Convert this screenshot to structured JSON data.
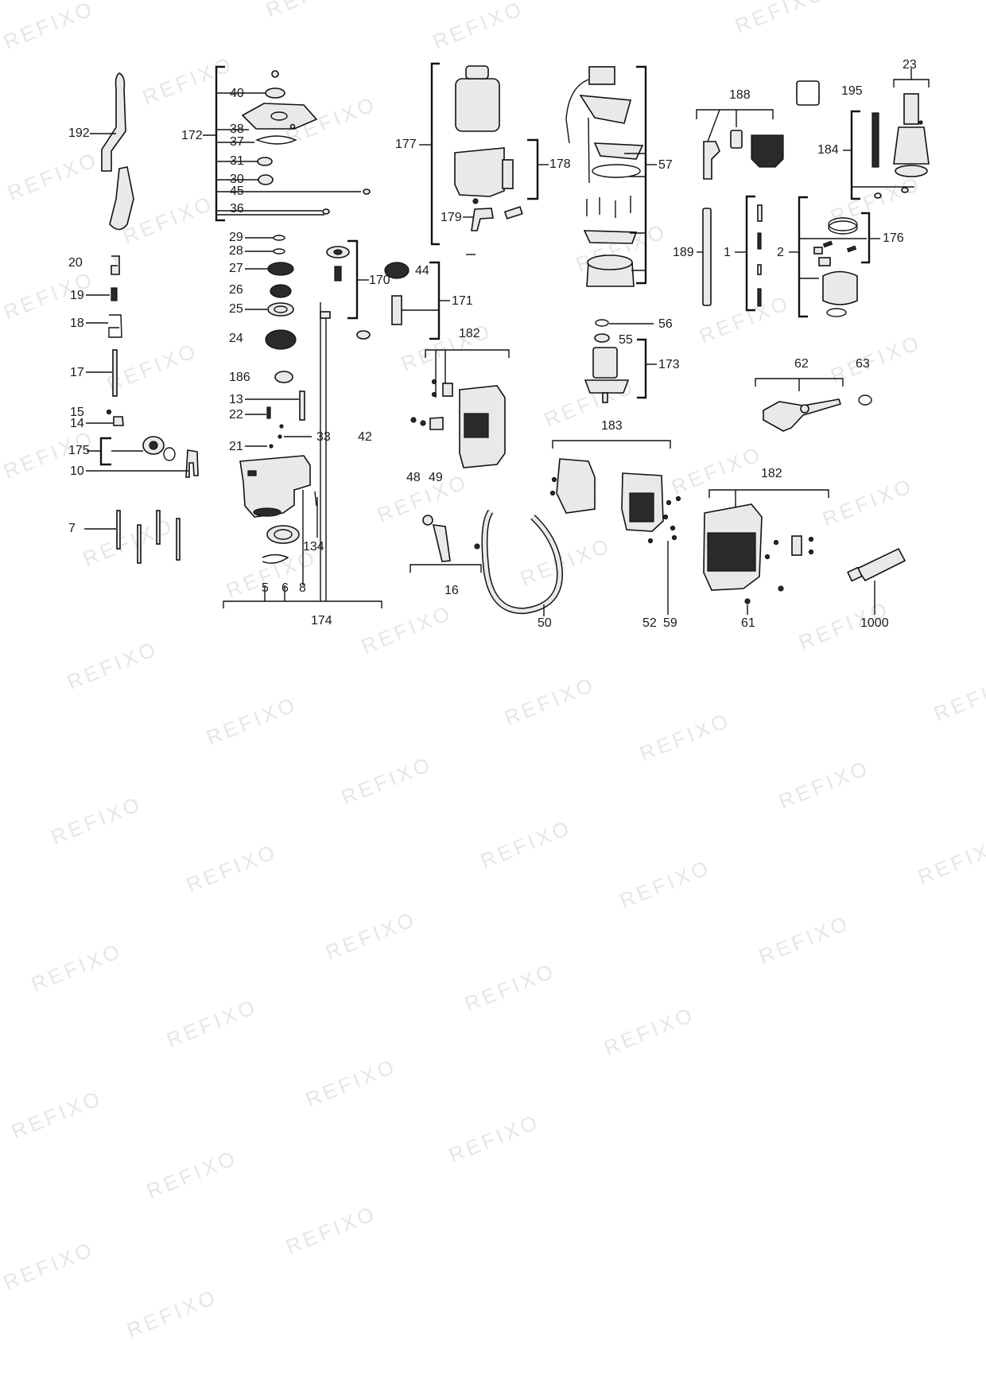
{
  "watermark": {
    "text": "REFIXO",
    "color": "#e6e6e6"
  },
  "part_numbers": {
    "n192": "192",
    "n20": "20",
    "n19": "19",
    "n18": "18",
    "n17": "17",
    "n15": "15",
    "n14": "14",
    "n175": "175",
    "n10": "10",
    "n7": "7",
    "n172": "172",
    "n40": "40",
    "n38": "38",
    "n37": "37",
    "n31": "31",
    "n30": "30",
    "n45": "45",
    "n36": "36",
    "n29": "29",
    "n28": "28",
    "n27": "27",
    "n26": "26",
    "n25": "25",
    "n24": "24",
    "n186": "186",
    "n13": "13",
    "n22": "22",
    "n21": "21",
    "n33": "33",
    "n42": "42",
    "n134": "134",
    "n5": "5",
    "n6": "6",
    "n8": "8",
    "n174": "174",
    "n170": "170",
    "n44": "44",
    "n171": "171",
    "n177": "177",
    "n178": "178",
    "n179": "179",
    "n182a": "182",
    "n48": "48",
    "n49": "49",
    "n16": "16",
    "n50": "50",
    "n57": "57",
    "n56": "56",
    "n55": "55",
    "n173": "173",
    "n183": "183",
    "n52": "52",
    "n59": "59",
    "n182b": "182",
    "n61": "61",
    "n188": "188",
    "n195": "195",
    "n23": "23",
    "n184": "184",
    "n189": "189",
    "n1": "1",
    "n2": "2",
    "n176": "176",
    "n62": "62",
    "n63": "63",
    "n1000": "1000"
  }
}
